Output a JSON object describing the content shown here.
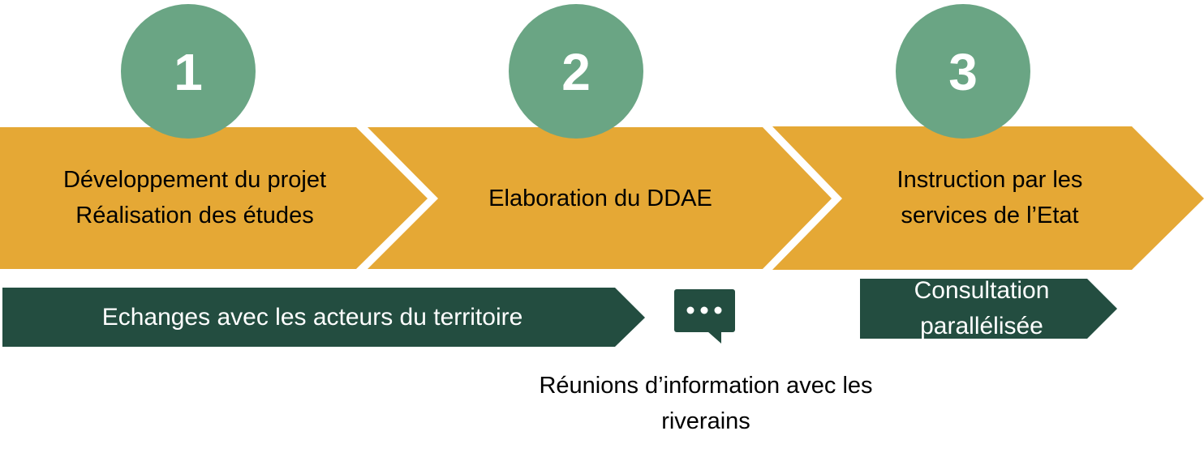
{
  "colors": {
    "chevron": "#E5A835",
    "circle": "#6AA584",
    "dark_green": "#234D40"
  },
  "steps": [
    {
      "number": "1",
      "label_line1": "Développement du projet",
      "label_line2": "Réalisation des études"
    },
    {
      "number": "2",
      "label_line1": "Elaboration du DDAE"
    },
    {
      "number": "3",
      "label_line1": "Instruction par les",
      "label_line2": "services de l’Etat"
    }
  ],
  "bars": {
    "exchanges": "Echanges avec les acteurs du territoire",
    "consultation_line1": "Consultation",
    "consultation_line2": "parallélisée"
  },
  "meetings": {
    "icon": "chat-bubble-icon",
    "line1": "Réunions d’information avec les",
    "line2": "riverains"
  }
}
